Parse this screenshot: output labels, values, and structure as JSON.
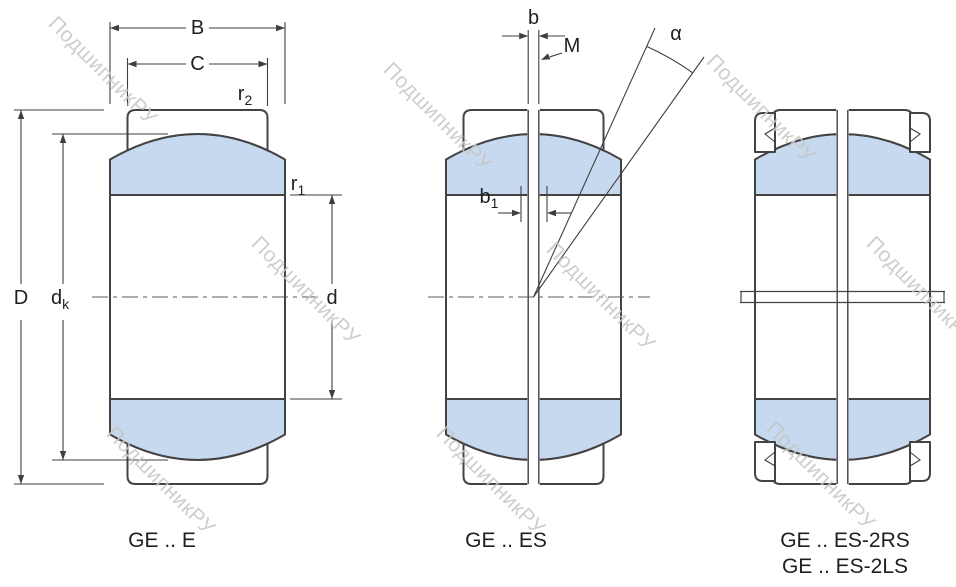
{
  "watermark": {
    "text": "ПодшипникРУ"
  },
  "colors": {
    "part_fill": "#c7d9ee",
    "line": "#434343",
    "dim_line": "#3f3f3f",
    "watermark": "#c6c6c6"
  },
  "diagrams": {
    "ge_e": {
      "caption": "GE .. E",
      "labels": {
        "B": "B",
        "C": "C",
        "D": "D",
        "d": "d",
        "dk": {
          "base": "d",
          "sub": "k"
        },
        "r1": {
          "base": "r",
          "sub": "1"
        },
        "r2": {
          "base": "r",
          "sub": "2"
        }
      }
    },
    "ge_es": {
      "caption": "GE .. ES",
      "labels": {
        "b": "b",
        "M": "M",
        "alpha": "α",
        "b1": {
          "base": "b",
          "sub": "1"
        }
      }
    },
    "ge_es_2rs": {
      "caption_line1": "GE .. ES-2RS",
      "caption_line2": "GE .. ES-2LS"
    }
  }
}
